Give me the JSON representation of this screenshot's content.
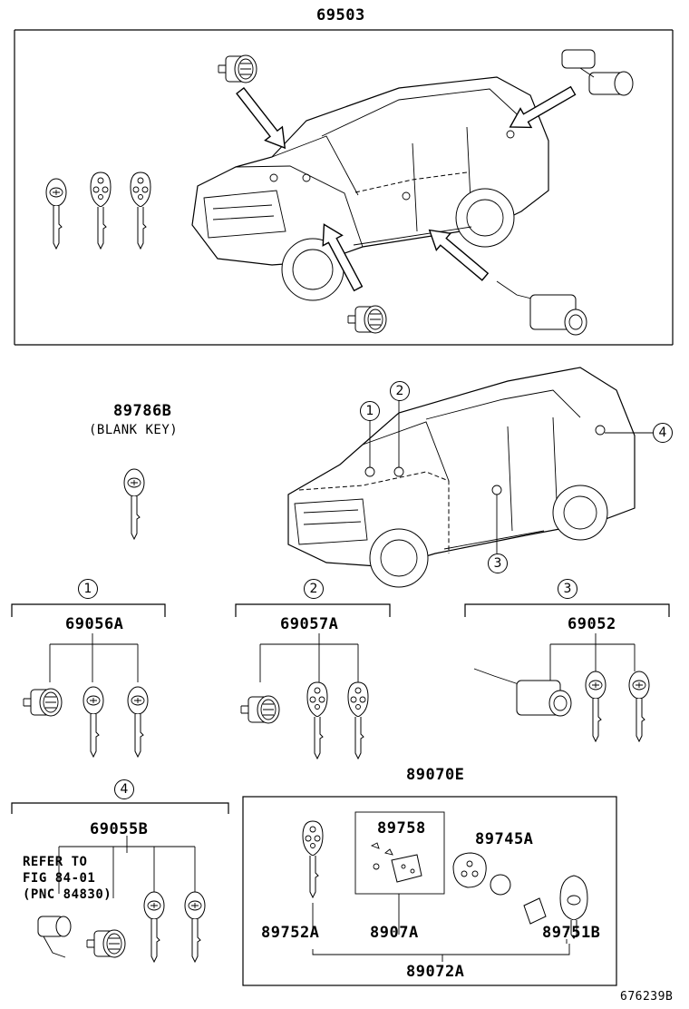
{
  "top": {
    "part_number": "69503"
  },
  "blank_key": {
    "part_number": "89786B",
    "caption": "(BLANK KEY)"
  },
  "markers": [
    "1",
    "2",
    "3",
    "4"
  ],
  "groups": [
    {
      "marker": "1",
      "part_number": "69056A"
    },
    {
      "marker": "2",
      "part_number": "69057A"
    },
    {
      "marker": "3",
      "part_number": "69052"
    },
    {
      "marker": "4",
      "part_number": "69055B"
    }
  ],
  "refer_note": [
    "REFER TO",
    "FIG 84-01",
    "(PNC 84830)"
  ],
  "transmitter_kit": {
    "part_number": "89070E",
    "inner_box_part": "89758",
    "parts": [
      "89745A",
      "89752A",
      "8907A",
      "89751B"
    ],
    "subassembly": "89072A"
  },
  "diagram_id": "676239B"
}
